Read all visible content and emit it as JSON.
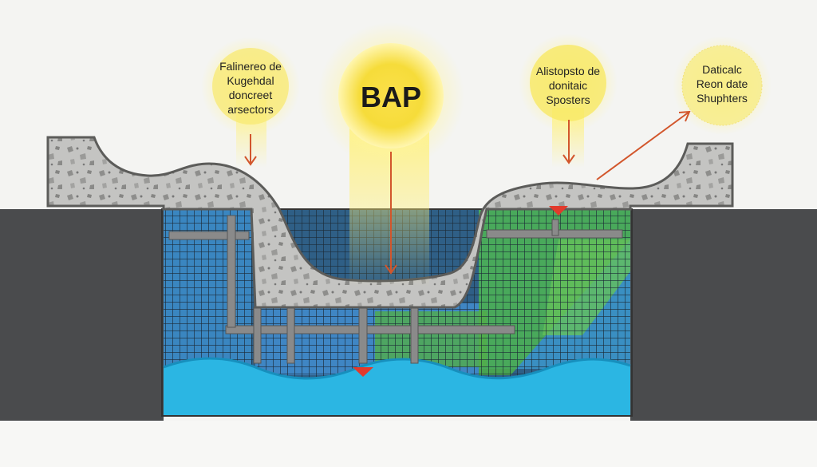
{
  "labels": {
    "left": [
      "Falinereo de",
      "Kugehdal",
      "doncreet",
      "arsectors"
    ],
    "center": "BAP",
    "mid_right": [
      "Alistopsto de",
      "donitaic",
      "Sposters"
    ],
    "right": [
      "Daticalc",
      "Reon date",
      "Shuphters"
    ]
  },
  "colors": {
    "sun_glow": "#fff7a8",
    "sun_core": "#f7d51e",
    "concrete": "#b9b9b7",
    "concrete_dark": "#7d7d7b",
    "ground": "#4a4b4d",
    "water": "#2bb6e3",
    "mesh_blue": "#3b8fc6",
    "mesh_green": "#58b84b",
    "arrow_orange": "#d2562c",
    "marker_red": "#e23a2c",
    "beam": "#8a8a8a"
  },
  "icons": [
    "sun-glow-icon",
    "down-arrow-icon",
    "diagonal-arrow-icon",
    "red-marker-icon"
  ]
}
